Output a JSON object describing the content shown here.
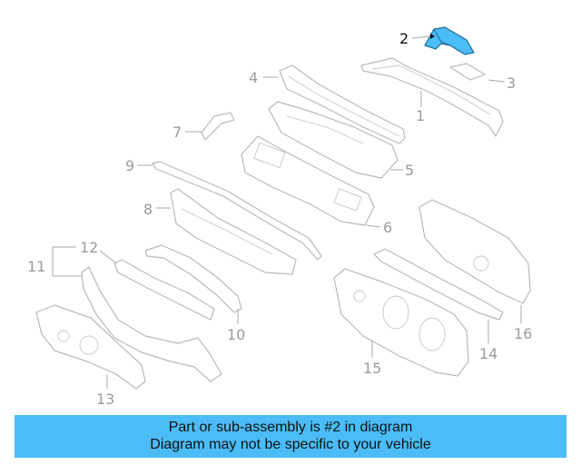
{
  "diagram": {
    "highlight_color": "#4bbcf5",
    "callouts": {
      "n1": "1",
      "n2": "2",
      "n3": "3",
      "n4": "4",
      "n5": "5",
      "n6": "6",
      "n7": "7",
      "n8": "8",
      "n9": "9",
      "n10": "10",
      "n11": "11",
      "n12": "12",
      "n13": "13",
      "n14": "14",
      "n15": "15",
      "n16": "16"
    }
  },
  "caption": {
    "line1": "Part or sub-assembly is #2 in diagram",
    "line2": "Diagram may not be specific to your vehicle"
  }
}
